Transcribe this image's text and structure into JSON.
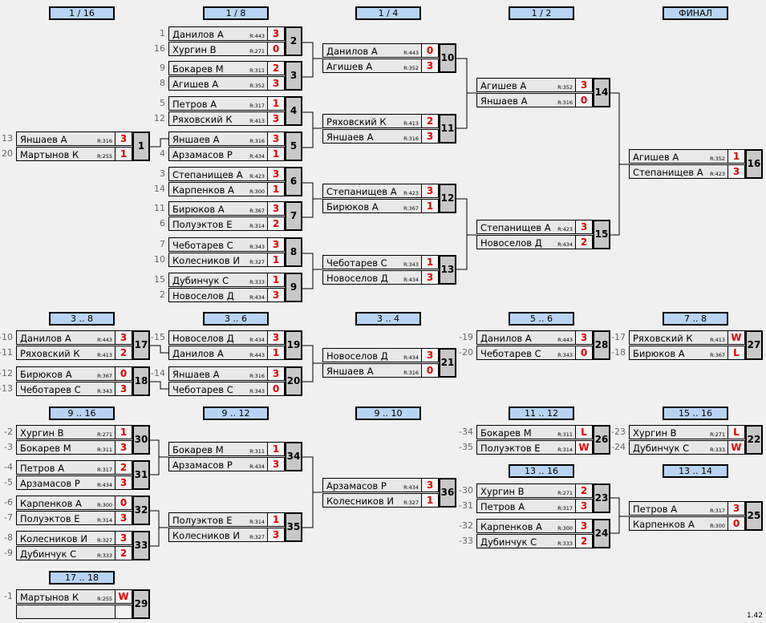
{
  "rounds": [
    {
      "label": "1 / 16"
    },
    {
      "label": "1 / 8"
    },
    {
      "label": "1 / 4"
    },
    {
      "label": "1 / 2"
    },
    {
      "label": "ФИНАЛ"
    },
    {
      "label": "3 .. 8"
    },
    {
      "label": "3 .. 6"
    },
    {
      "label": "3 .. 4"
    },
    {
      "label": "5 .. 6"
    },
    {
      "label": "7 .. 8"
    },
    {
      "label": "9 .. 16"
    },
    {
      "label": "9 .. 12"
    },
    {
      "label": "9 .. 10"
    },
    {
      "label": "11 .. 12"
    },
    {
      "label": "15 .. 16"
    },
    {
      "label": "13 .. 16"
    },
    {
      "label": "13 .. 14"
    },
    {
      "label": "17 .. 18"
    }
  ],
  "matches": [
    {
      "num": "1",
      "p": [
        {
          "seed": "13",
          "name": "Яншаев А",
          "rating": "R:316",
          "score": "3"
        },
        {
          "seed": "20",
          "name": "Мартынов К",
          "rating": "R:255",
          "score": "1"
        }
      ]
    },
    {
      "num": "2",
      "p": [
        {
          "seed": "1",
          "name": "Данилов А",
          "rating": "R:443",
          "score": "3"
        },
        {
          "seed": "16",
          "name": "Хургин В",
          "rating": "R:271",
          "score": "0"
        }
      ]
    },
    {
      "num": "3",
      "p": [
        {
          "seed": "9",
          "name": "Бокарев М",
          "rating": "R:311",
          "score": "2"
        },
        {
          "seed": "8",
          "name": "Агишев А",
          "rating": "R:352",
          "score": "3"
        }
      ]
    },
    {
      "num": "4",
      "p": [
        {
          "seed": "5",
          "name": "Петров А",
          "rating": "R:317",
          "score": "1"
        },
        {
          "seed": "12",
          "name": "Ряховский К",
          "rating": "R:413",
          "score": "3"
        }
      ]
    },
    {
      "num": "5",
      "p": [
        {
          "seed": "",
          "name": "Яншаев А",
          "rating": "R:316",
          "score": "3"
        },
        {
          "seed": "4",
          "name": "Арзамасов Р",
          "rating": "R:434",
          "score": "1"
        }
      ]
    },
    {
      "num": "6",
      "p": [
        {
          "seed": "3",
          "name": "Степанищев А",
          "rating": "R:423",
          "score": "3"
        },
        {
          "seed": "14",
          "name": "Карпенков А",
          "rating": "R:300",
          "score": "1"
        }
      ]
    },
    {
      "num": "7",
      "p": [
        {
          "seed": "11",
          "name": "Бирюков А",
          "rating": "R:367",
          "score": "3"
        },
        {
          "seed": "6",
          "name": "Полуэктов Е",
          "rating": "R:314",
          "score": "2"
        }
      ]
    },
    {
      "num": "8",
      "p": [
        {
          "seed": "7",
          "name": "Чеботарев С",
          "rating": "R:343",
          "score": "3"
        },
        {
          "seed": "10",
          "name": "Колесников И",
          "rating": "R:327",
          "score": "1"
        }
      ]
    },
    {
      "num": "9",
      "p": [
        {
          "seed": "15",
          "name": "Дубинчук С",
          "rating": "R:333",
          "score": "1"
        },
        {
          "seed": "2",
          "name": "Новоселов Д",
          "rating": "R:434",
          "score": "3"
        }
      ]
    },
    {
      "num": "10",
      "p": [
        {
          "seed": "",
          "name": "Данилов А",
          "rating": "R:443",
          "score": "0"
        },
        {
          "seed": "",
          "name": "Агишев А",
          "rating": "R:352",
          "score": "3"
        }
      ]
    },
    {
      "num": "11",
      "p": [
        {
          "seed": "",
          "name": "Ряховский К",
          "rating": "R:413",
          "score": "2"
        },
        {
          "seed": "",
          "name": "Яншаев А",
          "rating": "R:316",
          "score": "3"
        }
      ]
    },
    {
      "num": "12",
      "p": [
        {
          "seed": "",
          "name": "Степанищев А",
          "rating": "R:423",
          "score": "3"
        },
        {
          "seed": "",
          "name": "Бирюков А",
          "rating": "R:367",
          "score": "1"
        }
      ]
    },
    {
      "num": "13",
      "p": [
        {
          "seed": "",
          "name": "Чеботарев С",
          "rating": "R:343",
          "score": "1"
        },
        {
          "seed": "",
          "name": "Новоселов Д",
          "rating": "R:434",
          "score": "3"
        }
      ]
    },
    {
      "num": "14",
      "p": [
        {
          "seed": "",
          "name": "Агишев А",
          "rating": "R:352",
          "score": "3"
        },
        {
          "seed": "",
          "name": "Яншаев А",
          "rating": "R:316",
          "score": "0"
        }
      ]
    },
    {
      "num": "15",
      "p": [
        {
          "seed": "",
          "name": "Степанищев А",
          "rating": "R:423",
          "score": "3"
        },
        {
          "seed": "",
          "name": "Новоселов Д",
          "rating": "R:434",
          "score": "2"
        }
      ]
    },
    {
      "num": "16",
      "p": [
        {
          "seed": "",
          "name": "Агишев А",
          "rating": "R:352",
          "score": "1"
        },
        {
          "seed": "",
          "name": "Степанищев А",
          "rating": "R:423",
          "score": "3"
        }
      ]
    },
    {
      "num": "17",
      "p": [
        {
          "seed": "-10",
          "name": "Данилов А",
          "rating": "R:443",
          "score": "3"
        },
        {
          "seed": "-11",
          "name": "Ряховский К",
          "rating": "R:413",
          "score": "2"
        }
      ]
    },
    {
      "num": "18",
      "p": [
        {
          "seed": "-12",
          "name": "Бирюков А",
          "rating": "R:367",
          "score": "0"
        },
        {
          "seed": "-13",
          "name": "Чеботарев С",
          "rating": "R:343",
          "score": "3"
        }
      ]
    },
    {
      "num": "19",
      "p": [
        {
          "seed": "-15",
          "name": "Новоселов Д",
          "rating": "R:434",
          "score": "3"
        },
        {
          "seed": "",
          "name": "Данилов А",
          "rating": "R:443",
          "score": "1"
        }
      ]
    },
    {
      "num": "20",
      "p": [
        {
          "seed": "-14",
          "name": "Яншаев А",
          "rating": "R:316",
          "score": "3"
        },
        {
          "seed": "",
          "name": "Чеботарев С",
          "rating": "R:343",
          "score": "0"
        }
      ]
    },
    {
      "num": "21",
      "p": [
        {
          "seed": "",
          "name": "Новоселов Д",
          "rating": "R:434",
          "score": "3"
        },
        {
          "seed": "",
          "name": "Яншаев А",
          "rating": "R:316",
          "score": "0"
        }
      ]
    },
    {
      "num": "28",
      "p": [
        {
          "seed": "-19",
          "name": "Данилов А",
          "rating": "R:443",
          "score": "3"
        },
        {
          "seed": "-20",
          "name": "Чеботарев С",
          "rating": "R:343",
          "score": "0"
        }
      ]
    },
    {
      "num": "27",
      "p": [
        {
          "seed": "-17",
          "name": "Ряховский К",
          "rating": "R:413",
          "score": "W"
        },
        {
          "seed": "-18",
          "name": "Бирюков А",
          "rating": "R:367",
          "score": "L"
        }
      ]
    },
    {
      "num": "30",
      "p": [
        {
          "seed": "-2",
          "name": "Хургин В",
          "rating": "R:271",
          "score": "1"
        },
        {
          "seed": "-3",
          "name": "Бокарев М",
          "rating": "R:311",
          "score": "3"
        }
      ]
    },
    {
      "num": "31",
      "p": [
        {
          "seed": "-4",
          "name": "Петров А",
          "rating": "R:317",
          "score": "2"
        },
        {
          "seed": "-5",
          "name": "Арзамасов Р",
          "rating": "R:434",
          "score": "3"
        }
      ]
    },
    {
      "num": "32",
      "p": [
        {
          "seed": "-6",
          "name": "Карпенков А",
          "rating": "R:300",
          "score": "0"
        },
        {
          "seed": "-7",
          "name": "Полуэктов Е",
          "rating": "R:314",
          "score": "3"
        }
      ]
    },
    {
      "num": "33",
      "p": [
        {
          "seed": "-8",
          "name": "Колесников И",
          "rating": "R:327",
          "score": "3"
        },
        {
          "seed": "-9",
          "name": "Дубинчук С",
          "rating": "R:333",
          "score": "2"
        }
      ]
    },
    {
      "num": "34",
      "p": [
        {
          "seed": "",
          "name": "Бокарев М",
          "rating": "R:311",
          "score": "1"
        },
        {
          "seed": "",
          "name": "Арзамасов Р",
          "rating": "R:434",
          "score": "3"
        }
      ]
    },
    {
      "num": "35",
      "p": [
        {
          "seed": "",
          "name": "Полуэктов Е",
          "rating": "R:314",
          "score": "1"
        },
        {
          "seed": "",
          "name": "Колесников И",
          "rating": "R:327",
          "score": "3"
        }
      ]
    },
    {
      "num": "36",
      "p": [
        {
          "seed": "",
          "name": "Арзамасов Р",
          "rating": "R:434",
          "score": "3"
        },
        {
          "seed": "",
          "name": "Колесников И",
          "rating": "R:327",
          "score": "1"
        }
      ]
    },
    {
      "num": "26",
      "p": [
        {
          "seed": "-34",
          "name": "Бокарев М",
          "rating": "R:311",
          "score": "L"
        },
        {
          "seed": "-35",
          "name": "Полуэктов Е",
          "rating": "R:314",
          "score": "W"
        }
      ]
    },
    {
      "num": "22",
      "p": [
        {
          "seed": "-23",
          "name": "Хургин В",
          "rating": "R:271",
          "score": "L"
        },
        {
          "seed": "-24",
          "name": "Дубинчук С",
          "rating": "R:333",
          "score": "W"
        }
      ]
    },
    {
      "num": "23",
      "p": [
        {
          "seed": "-30",
          "name": "Хургин В",
          "rating": "R:271",
          "score": "2"
        },
        {
          "seed": "-31",
          "name": "Петров А",
          "rating": "R:317",
          "score": "3"
        }
      ]
    },
    {
      "num": "24",
      "p": [
        {
          "seed": "-32",
          "name": "Карпенков А",
          "rating": "R:300",
          "score": "3"
        },
        {
          "seed": "-33",
          "name": "Дубинчук С",
          "rating": "R:333",
          "score": "2"
        }
      ]
    },
    {
      "num": "25",
      "p": [
        {
          "seed": "",
          "name": "Петров А",
          "rating": "R:317",
          "score": "3"
        },
        {
          "seed": "",
          "name": "Карпенков А",
          "rating": "R:300",
          "score": "0"
        }
      ]
    },
    {
      "num": "29",
      "p": [
        {
          "seed": "-1",
          "name": "Мартынов К",
          "rating": "R:255",
          "score": "W"
        },
        {
          "seed": "",
          "name": "",
          "rating": "",
          "score": ""
        }
      ]
    }
  ],
  "version": "1.42"
}
